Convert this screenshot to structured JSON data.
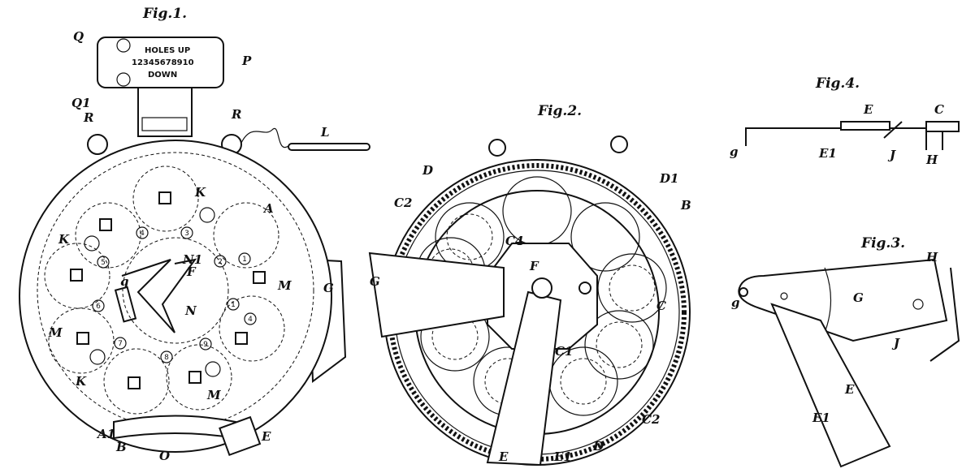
{
  "fig1": {
    "title": "Fig.1.",
    "counter": [
      "HOLES UP",
      "12345678910",
      "DOWN"
    ],
    "labels": [
      "Q",
      "Q1",
      "P",
      "R",
      "R",
      "L",
      "A",
      "K",
      "K",
      "K",
      "M",
      "M",
      "M",
      "N",
      "N1",
      "F",
      "q",
      "G",
      "A1",
      "B",
      "O",
      "E"
    ],
    "numbers": [
      "4",
      "3",
      "5",
      "2",
      "1",
      "6",
      "1",
      "4",
      "7",
      "8",
      "9"
    ]
  },
  "fig2": {
    "title": "Fig.2.",
    "labels": [
      "D",
      "D1",
      "B",
      "C2",
      "C4",
      "F",
      "G",
      "C",
      "C1",
      "C2",
      "D",
      "E",
      "E1"
    ]
  },
  "fig3": {
    "title": "Fig.3.",
    "labels": [
      "H",
      "G",
      "g",
      "J",
      "E",
      "E1"
    ]
  },
  "fig4": {
    "title": "Fig.4.",
    "labels": [
      "E",
      "C",
      "g",
      "E1",
      "J",
      "H"
    ]
  }
}
